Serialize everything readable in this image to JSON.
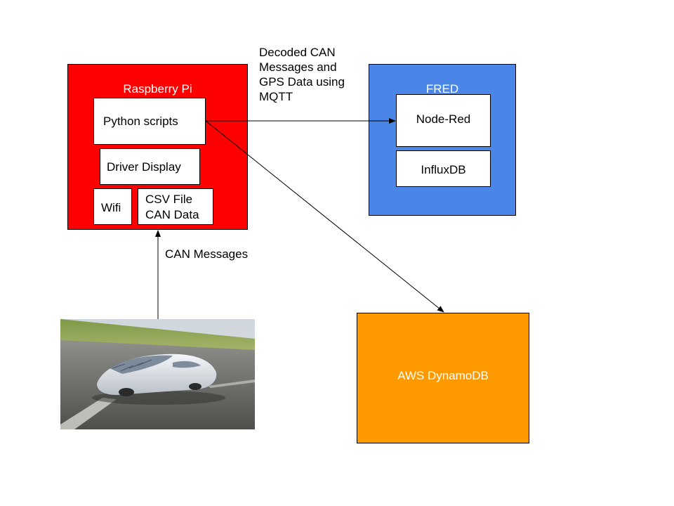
{
  "raspberry_pi": {
    "title": "Raspberry Pi",
    "python_scripts": "Python scripts",
    "driver_display": "Driver Display",
    "wifi": "Wifi",
    "csv_line1": "CSV File",
    "csv_line2": "CAN Data"
  },
  "fred": {
    "title": "FRED",
    "node_red": "Node-Red",
    "influxdb": "InfluxDB"
  },
  "aws": {
    "title": "AWS DynamoDB"
  },
  "edges": {
    "mqtt_line1": "Decoded CAN",
    "mqtt_line2": "Messages and",
    "mqtt_line3": "GPS Data using",
    "mqtt_line4": "MQTT",
    "can_messages": "CAN Messages"
  },
  "colors": {
    "raspberry_pi": "#ff0000",
    "fred": "#4a86e8",
    "aws": "#ff9900"
  },
  "image": {
    "subject": "solar-car-render"
  }
}
